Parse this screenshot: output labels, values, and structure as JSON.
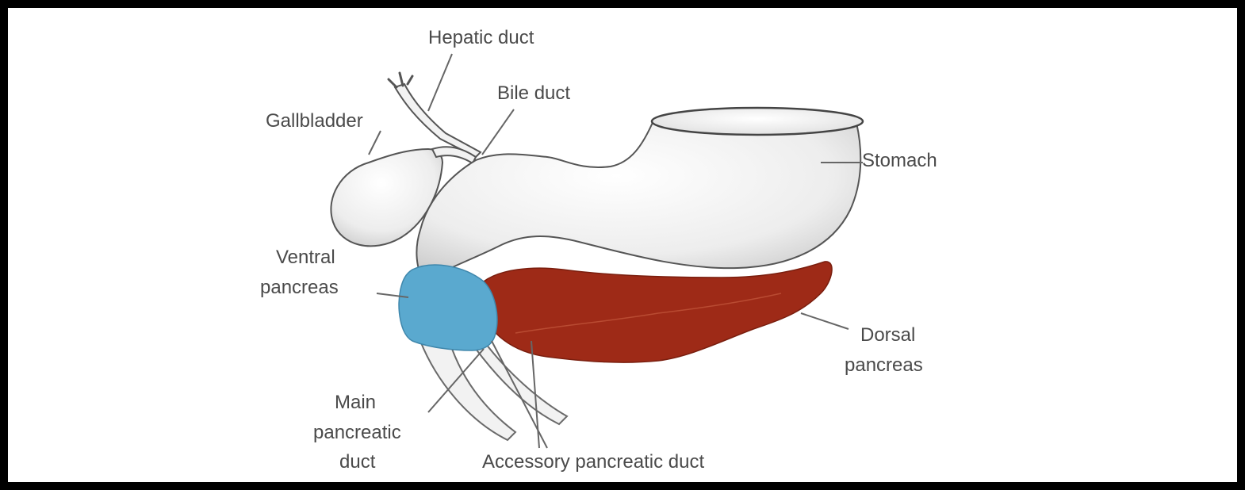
{
  "labels": {
    "hepatic_duct": "Hepatic duct",
    "bile_duct": "Bile duct",
    "gallbladder": "Gallbladder",
    "stomach": "Stomach",
    "ventral_pancreas_1": "Ventral",
    "ventral_pancreas_2": "pancreas",
    "dorsal_pancreas_1": "Dorsal",
    "dorsal_pancreas_2": "pancreas",
    "main_duct_1": "Main",
    "main_duct_2": "pancreatic",
    "main_duct_3": "duct",
    "accessory_duct": "Accessory pancreatic duct"
  },
  "colors": {
    "ventral_pancreas": "#5aa9cf",
    "dorsal_pancreas": "#9e2a17",
    "organ_fill": "#f4f4f4",
    "outline": "#555555",
    "leader": "#666666"
  }
}
